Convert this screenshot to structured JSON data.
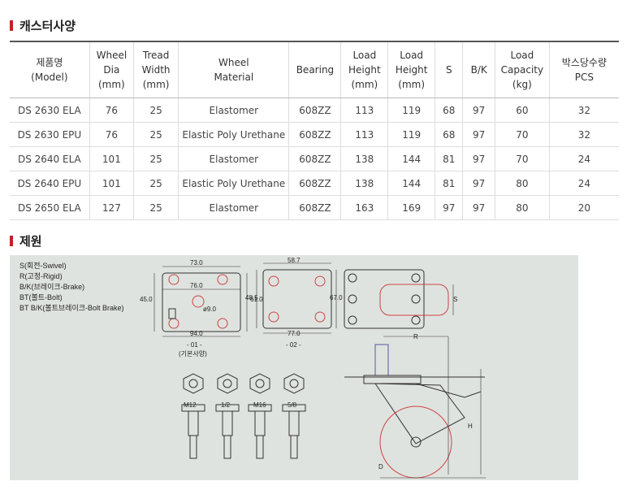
{
  "section1": {
    "title": "캐스터사양"
  },
  "section2": {
    "title": "제원"
  },
  "table": {
    "headers": [
      [
        "제품명",
        "(Model)"
      ],
      [
        "Wheel",
        "Dia",
        "(mm)"
      ],
      [
        "Tread",
        "Width",
        "(mm)"
      ],
      [
        "Wheel",
        "Material"
      ],
      [
        "Bearing"
      ],
      [
        "Load",
        "Height",
        "(mm)"
      ],
      [
        "Load",
        "Height",
        "(mm)"
      ],
      [
        "S"
      ],
      [
        "B/K"
      ],
      [
        "Load",
        "Capacity",
        "(kg)"
      ],
      [
        "박스당수량",
        "PCS"
      ]
    ],
    "rows": [
      [
        "DS 2630 ELA",
        "76",
        "25",
        "Elastomer",
        "608ZZ",
        "113",
        "119",
        "68",
        "97",
        "60",
        "32"
      ],
      [
        "DS 2630 EPU",
        "76",
        "25",
        "Elastic Poly Urethane",
        "608ZZ",
        "113",
        "119",
        "68",
        "97",
        "70",
        "32"
      ],
      [
        "DS 2640 ELA",
        "101",
        "25",
        "Elastomer",
        "608ZZ",
        "138",
        "144",
        "81",
        "97",
        "70",
        "24"
      ],
      [
        "DS 2640 EPU",
        "101",
        "25",
        "Elastic Poly Urethane",
        "608ZZ",
        "138",
        "144",
        "81",
        "97",
        "80",
        "24"
      ],
      [
        "DS 2650 ELA",
        "127",
        "25",
        "Elastomer",
        "608ZZ",
        "163",
        "169",
        "97",
        "97",
        "80",
        "20"
      ]
    ]
  },
  "drawing": {
    "legend": [
      "S(회전-Swivel)",
      "R(고정-Rigid)",
      "B/K(브레이크-Brake)",
      "BT(볼트-Bolt)",
      "BT B/K(볼트브레이크-Bolt Brake)"
    ],
    "plate1": {
      "dim_top": "73.0",
      "dim_mid": "76.0",
      "dim_bottom": "94.0",
      "dim_left": "45.0",
      "dim_right": "61.0",
      "hole": "ø9.0",
      "caption": "- 01 -",
      "sub_caption": "(기본사양)"
    },
    "plate2": {
      "dim_top": "58.7",
      "dim_bottom": "77.0",
      "dim_left": "48.5",
      "dim_right": "67.0",
      "caption": "- 02 -"
    },
    "bolts": [
      "M12",
      "1/2",
      "M16",
      "5/8"
    ],
    "side": {
      "r": "R",
      "h": "H",
      "s": "S",
      "d": "D"
    }
  }
}
